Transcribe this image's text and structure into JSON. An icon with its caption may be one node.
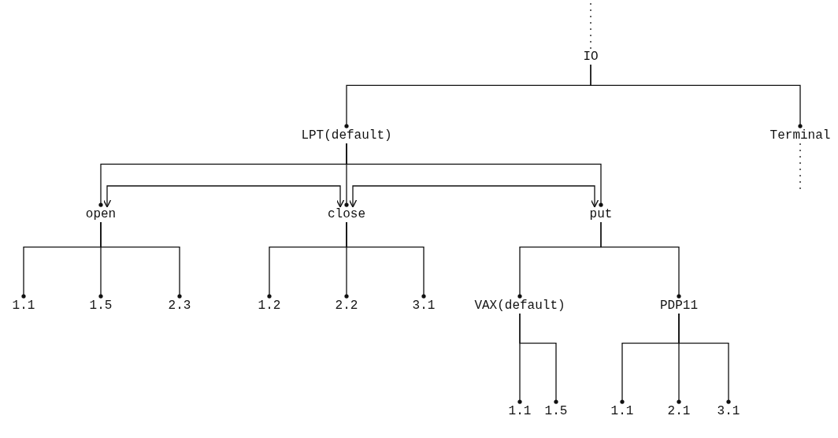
{
  "diagram": {
    "nodes": [
      {
        "text": [
          "IO"
        ]
      },
      {
        "text": [
          "LPT(default)"
        ]
      },
      {
        "text": [
          "Terminal"
        ]
      },
      {
        "text": [
          "open"
        ]
      },
      {
        "text": [
          "close"
        ]
      },
      {
        "text": [
          "put"
        ]
      },
      {
        "text": [
          "1.1"
        ]
      },
      {
        "text": [
          "1.5"
        ]
      },
      {
        "text": [
          "2.3"
        ]
      },
      {
        "text": [
          "1.2"
        ]
      },
      {
        "text": [
          "2.2"
        ]
      },
      {
        "text": [
          "3.1"
        ]
      },
      {
        "text": [
          "VAX(default)"
        ]
      },
      {
        "text": [
          "PDP11"
        ]
      },
      {
        "text": [
          "1.1"
        ]
      },
      {
        "text": [
          "1.5"
        ]
      },
      {
        "text": [
          "1.1"
        ]
      },
      {
        "text": [
          "2.1"
        ]
      },
      {
        "text": [
          "3.1"
        ]
      }
    ],
    "edges": [
      {
        "from": null,
        "to": 0,
        "arrow": "none",
        "style": "dashed"
      },
      {
        "from": 0,
        "to": 1,
        "arrow": "other"
      },
      {
        "from": 0,
        "to": 2,
        "arrow": "other"
      },
      {
        "from": 2,
        "to": null,
        "arrow": "none",
        "style": "dashed"
      },
      {
        "from": 1,
        "to": 3,
        "arrow": "other"
      },
      {
        "from": 1,
        "to": 4,
        "arrow": "other"
      },
      {
        "from": 1,
        "to": 5,
        "arrow": "other"
      },
      {
        "from": 3,
        "to": 4,
        "arrow": "both"
      },
      {
        "from": 4,
        "to": 5,
        "arrow": "both"
      },
      {
        "from": 3,
        "to": 6,
        "arrow": "other"
      },
      {
        "from": 3,
        "to": 7,
        "arrow": "other"
      },
      {
        "from": 3,
        "to": 8,
        "arrow": "other"
      },
      {
        "from": 4,
        "to": 9,
        "arrow": "other"
      },
      {
        "from": 4,
        "to": 10,
        "arrow": "other"
      },
      {
        "from": 4,
        "to": 11,
        "arrow": "other"
      },
      {
        "from": 5,
        "to": 12,
        "arrow": "other"
      },
      {
        "from": 5,
        "to": 13,
        "arrow": "other"
      },
      {
        "from": 12,
        "to": 14,
        "arrow": "other"
      },
      {
        "from": 12,
        "to": 15,
        "arrow": "other"
      },
      {
        "from": 13,
        "to": 16,
        "arrow": "other"
      },
      {
        "from": 13,
        "to": 17,
        "arrow": "other"
      },
      {
        "from": 13,
        "to": 18,
        "arrow": "other"
      }
    ]
  }
}
